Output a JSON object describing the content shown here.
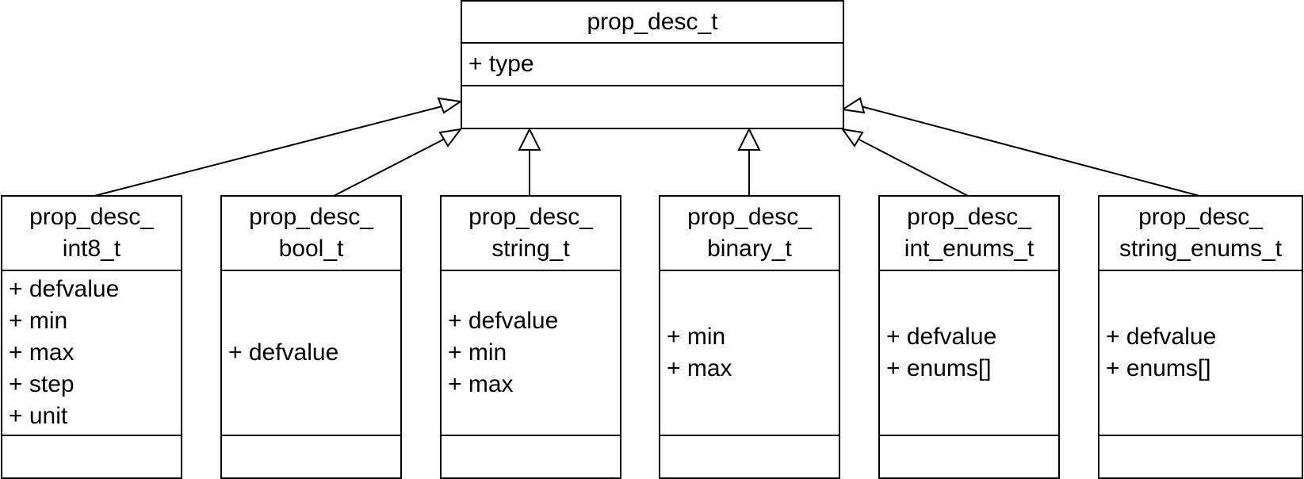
{
  "parent": {
    "name": "prop_desc_t",
    "attributes": [
      "+ type"
    ]
  },
  "children": [
    {
      "name_lines": [
        "prop_desc_",
        "int8_t"
      ],
      "attributes": [
        "+ defvalue",
        "+ min",
        "+ max",
        "+ step",
        "+ unit"
      ]
    },
    {
      "name_lines": [
        "prop_desc_",
        "bool_t"
      ],
      "attributes": [
        "+ defvalue"
      ]
    },
    {
      "name_lines": [
        "prop_desc_",
        "string_t"
      ],
      "attributes": [
        "+ defvalue",
        "+ min",
        "+ max"
      ]
    },
    {
      "name_lines": [
        "prop_desc_",
        "binary_t"
      ],
      "attributes": [
        "+ min",
        "+ max"
      ]
    },
    {
      "name_lines": [
        "prop_desc_",
        "int_enums_t"
      ],
      "attributes": [
        "+ defvalue",
        "+ enums[]"
      ]
    },
    {
      "name_lines": [
        "prop_desc_",
        "string_enums_t"
      ],
      "attributes": [
        "+ defvalue",
        "+ enums[]"
      ]
    }
  ]
}
